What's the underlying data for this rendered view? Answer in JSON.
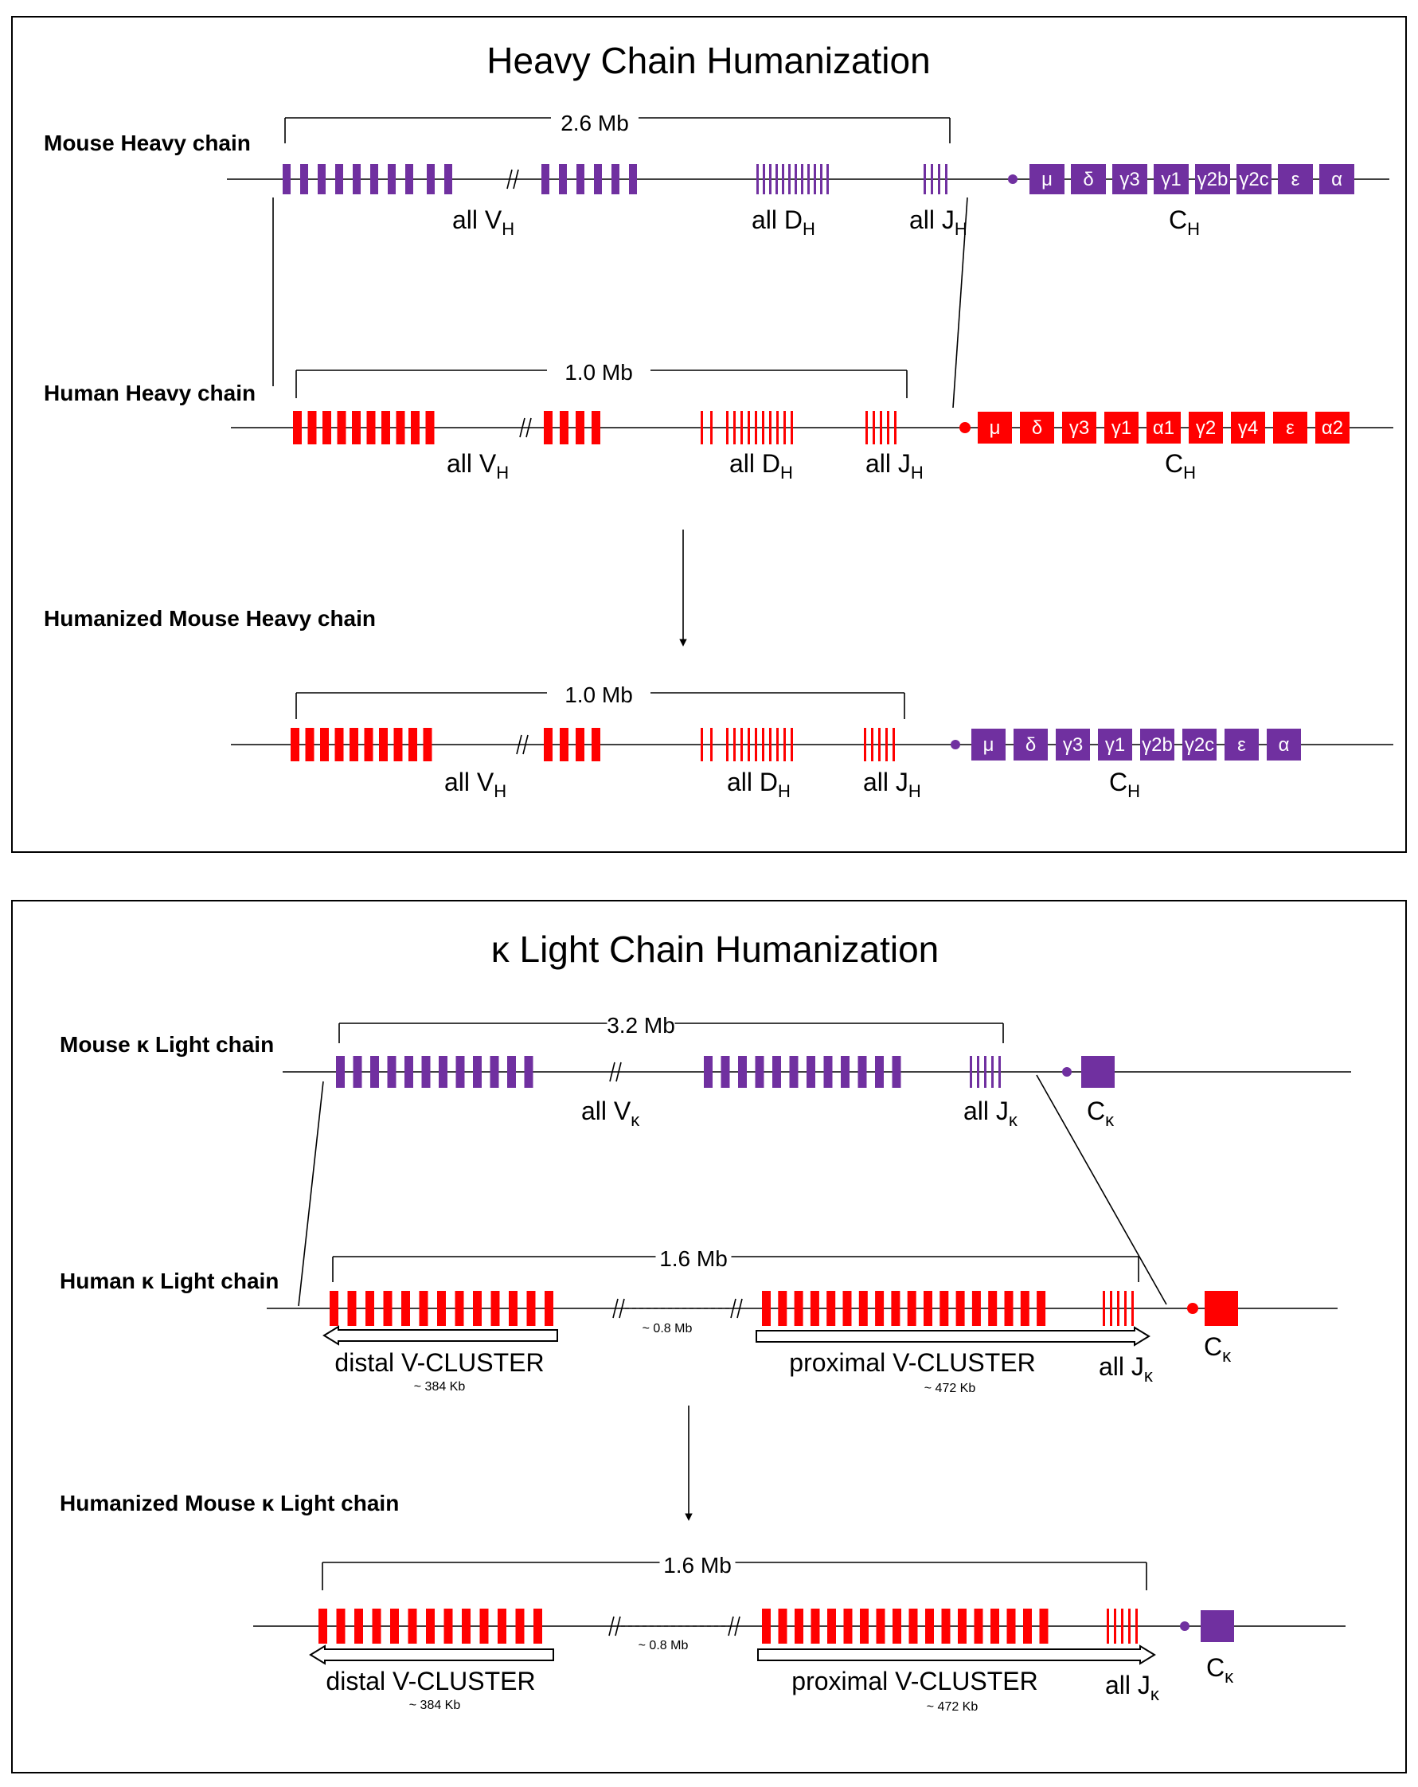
{
  "colors": {
    "mouse": "#7030A0",
    "human": "#FF0000",
    "line": "#000000"
  },
  "panels": [
    {
      "title": "Heavy Chain Humanization",
      "tracks": [
        {
          "label": "Mouse Heavy chain",
          "span": "2.6 Mb",
          "v": {
            "label": "all V",
            "sub": "H"
          },
          "d": {
            "label": "all D",
            "sub": "H"
          },
          "j": {
            "label": "all J",
            "sub": "H"
          },
          "c": {
            "label": "C",
            "sub": "H"
          },
          "constant_genes": [
            "μ",
            "δ",
            "γ3",
            "γ1",
            "γ2b",
            "γ2c",
            "ε",
            "α"
          ]
        },
        {
          "label": "Human Heavy chain",
          "span": "1.0 Mb",
          "v": {
            "label": "all V",
            "sub": "H"
          },
          "d": {
            "label": "all D",
            "sub": "H"
          },
          "j": {
            "label": "all J",
            "sub": "H"
          },
          "c": {
            "label": "C",
            "sub": "H"
          },
          "constant_genes": [
            "μ",
            "δ",
            "γ3",
            "γ1",
            "α1",
            "γ2",
            "γ4",
            "ε",
            "α2"
          ]
        },
        {
          "label": "Humanized Mouse Heavy chain",
          "span": "1.0 Mb",
          "v": {
            "label": "all V",
            "sub": "H"
          },
          "d": {
            "label": "all D",
            "sub": "H"
          },
          "j": {
            "label": "all J",
            "sub": "H"
          },
          "c": {
            "label": "C",
            "sub": "H"
          },
          "constant_genes": [
            "μ",
            "δ",
            "γ3",
            "γ1",
            "γ2b",
            "γ2c",
            "ε",
            "α"
          ]
        }
      ]
    },
    {
      "title": "κ Light Chain Humanization",
      "tracks": [
        {
          "label": "Mouse κ Light chain",
          "span": "3.2 Mb",
          "v": {
            "label": "all V",
            "sub": "κ"
          },
          "j": {
            "label": "all J",
            "sub": "κ"
          },
          "c": {
            "label": "C",
            "sub": "κ"
          }
        },
        {
          "label": "Human κ Light chain",
          "span": "1.6 Mb",
          "gap": "~ 0.8 Mb",
          "distal": {
            "label": "distal V-CLUSTER",
            "size": "~ 384 Kb"
          },
          "proximal": {
            "label": "proximal V-CLUSTER",
            "size": "~ 472 Kb"
          },
          "j": {
            "label": "all J",
            "sub": "κ"
          },
          "c": {
            "label": "C",
            "sub": "κ"
          }
        },
        {
          "label": "Humanized Mouse κ Light chain",
          "span": "1.6 Mb",
          "gap": "~ 0.8 Mb",
          "distal": {
            "label": "distal V-CLUSTER",
            "size": "~ 384 Kb"
          },
          "proximal": {
            "label": "proximal V-CLUSTER",
            "size": "~ 472 Kb"
          },
          "j": {
            "label": "all J",
            "sub": "κ"
          },
          "c": {
            "label": "C",
            "sub": "κ"
          }
        }
      ]
    }
  ]
}
